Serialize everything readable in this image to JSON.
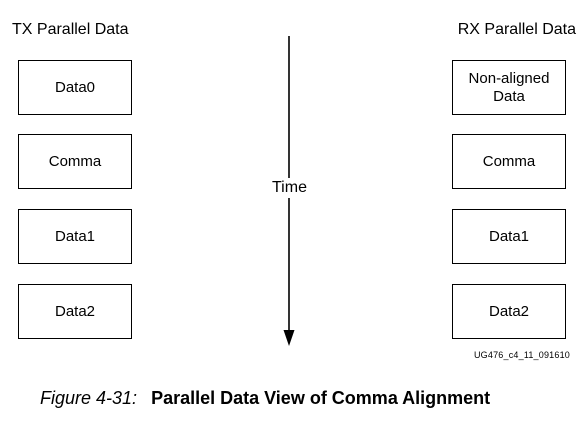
{
  "tx": {
    "title": "TX Parallel Data",
    "blocks": [
      "Data0",
      "Comma",
      "Data1",
      "Data2"
    ]
  },
  "rx": {
    "title": "RX Parallel Data",
    "blocks": [
      [
        "Non-aligned",
        "Data"
      ],
      "Comma",
      "Data1",
      "Data2"
    ]
  },
  "time": {
    "label": "Time"
  },
  "doc_id": "UG476_c4_11_091610",
  "caption": {
    "number": "Figure 4-31:",
    "title": "Parallel Data View of Comma Alignment"
  }
}
